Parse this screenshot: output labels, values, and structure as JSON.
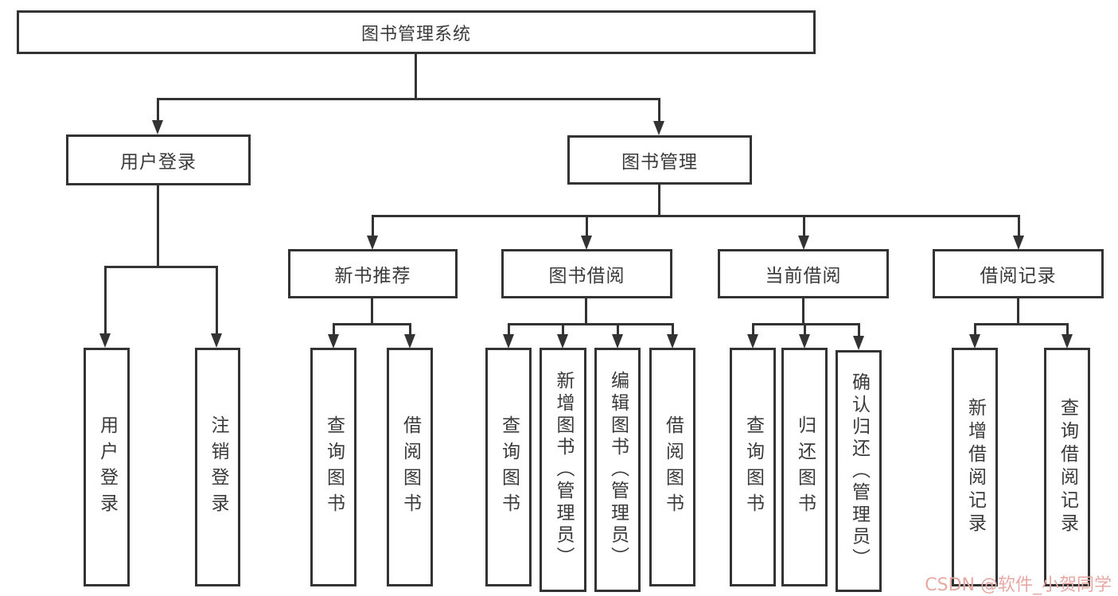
{
  "root": {
    "label": "图书管理系统"
  },
  "branches": {
    "user_login": {
      "label": "用户登录",
      "children": [
        {
          "label": "用户登录"
        },
        {
          "label": "注销登录"
        }
      ]
    },
    "book_mgmt": {
      "label": "图书管理",
      "sections": [
        {
          "label": "新书推荐",
          "children": [
            {
              "label": "查询图书"
            },
            {
              "label": "借阅图书"
            }
          ]
        },
        {
          "label": "图书借阅",
          "children": [
            {
              "label": "查询图书"
            },
            {
              "label": "新增图书（管理员）"
            },
            {
              "label": "编辑图书（管理员）"
            },
            {
              "label": "借阅图书"
            }
          ]
        },
        {
          "label": "当前借阅",
          "children": [
            {
              "label": "查询图书"
            },
            {
              "label": "归还图书"
            },
            {
              "label": "确认归还（管理员）"
            }
          ]
        },
        {
          "label": "借阅记录",
          "children": [
            {
              "label": "新增借阅记录"
            },
            {
              "label": "查询借阅记录"
            }
          ]
        }
      ]
    }
  },
  "watermark": {
    "text": "CSDN @软件_小贺同学"
  },
  "colors": {
    "line": "#333333",
    "text": "#3a3a3a",
    "watermark": "#e8a8a4",
    "background": "#ffffff"
  }
}
